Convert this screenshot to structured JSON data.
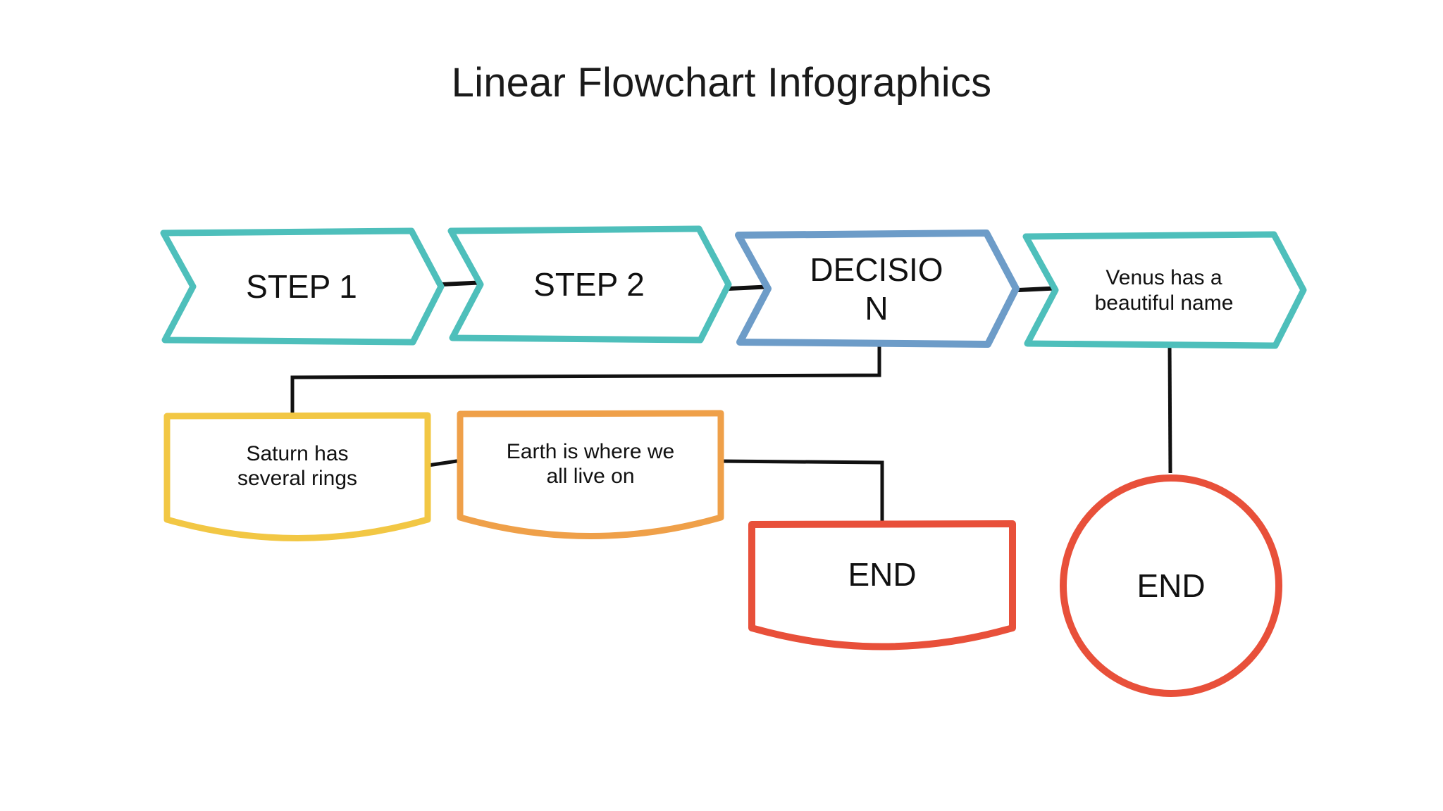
{
  "title": "Linear Flowchart Infographics",
  "colors": {
    "teal": "#4EBFBB",
    "blue": "#6D9CC8",
    "yellow": "#F2C744",
    "orange": "#EFA049",
    "red": "#E8503A",
    "connector": "#111111",
    "text": "#111111",
    "background": "#FFFFFF"
  },
  "chart_data": {
    "type": "diagram",
    "title": "Linear Flowchart Infographics",
    "nodes": [
      {
        "id": "step1",
        "label": "STEP 1",
        "shape": "chevron",
        "color": "#4EBFBB",
        "row": 1,
        "order": 1
      },
      {
        "id": "step2",
        "label": "STEP 2",
        "shape": "chevron",
        "color": "#4EBFBB",
        "row": 1,
        "order": 2
      },
      {
        "id": "decision",
        "label": "DECISIO\nN",
        "shape": "chevron",
        "color": "#6D9CC8",
        "row": 1,
        "order": 3
      },
      {
        "id": "venus",
        "label": "Venus has a\nbeautiful name",
        "shape": "chevron",
        "color": "#4EBFBB",
        "row": 1,
        "order": 4
      },
      {
        "id": "saturn",
        "label": "Saturn has\nseveral rings",
        "shape": "document",
        "color": "#F2C744",
        "row": 2,
        "order": 1
      },
      {
        "id": "earth",
        "label": "Earth is where we\nall live on",
        "shape": "document",
        "color": "#EFA049",
        "row": 2,
        "order": 2
      },
      {
        "id": "end-doc",
        "label": "END",
        "shape": "document",
        "color": "#E8503A",
        "row": 3,
        "order": 1
      },
      {
        "id": "end-circle",
        "label": "END",
        "shape": "circle",
        "color": "#E8503A",
        "row": 3,
        "order": 2
      }
    ],
    "edges": [
      {
        "from": "step1",
        "to": "step2",
        "style": "straight"
      },
      {
        "from": "step2",
        "to": "decision",
        "style": "straight"
      },
      {
        "from": "decision",
        "to": "venus",
        "style": "straight"
      },
      {
        "from": "decision",
        "to": "saturn",
        "style": "elbow"
      },
      {
        "from": "saturn",
        "to": "earth",
        "style": "straight"
      },
      {
        "from": "earth",
        "to": "end-doc",
        "style": "elbow"
      },
      {
        "from": "venus",
        "to": "end-circle",
        "style": "straight"
      }
    ]
  },
  "nodes": {
    "step1": {
      "label": "STEP 1"
    },
    "step2": {
      "label": "STEP 2"
    },
    "decision": {
      "label": "DECISIO\nN"
    },
    "venus": {
      "label": "Venus has a\nbeautiful name"
    },
    "saturn": {
      "label": "Saturn has\nseveral rings"
    },
    "earth": {
      "label": "Earth is where we\nall live on"
    },
    "end_doc": {
      "label": "END"
    },
    "end_circle": {
      "label": "END"
    }
  }
}
